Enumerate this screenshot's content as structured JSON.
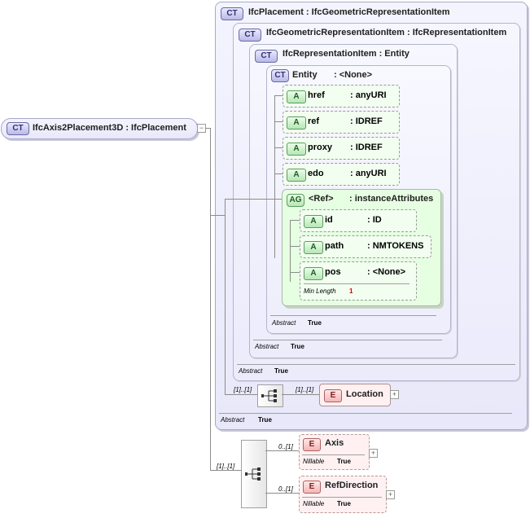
{
  "root": {
    "badge": "CT",
    "title": "IfcAxis2Placement3D : IfcPlacement"
  },
  "ifcplacement": {
    "badge": "CT",
    "title": "IfcPlacement : IfcGeometricRepresentationItem",
    "abstract_label": "Abstract",
    "abstract_value": "True"
  },
  "geomrepitem": {
    "badge": "CT",
    "title": "IfcGeometricRepresentationItem : IfcRepresentationItem",
    "abstract_label": "Abstract",
    "abstract_value": "True"
  },
  "repitem": {
    "badge": "CT",
    "title": "IfcRepresentationItem : Entity",
    "abstract_label": "Abstract",
    "abstract_value": "True"
  },
  "entity": {
    "badge": "CT",
    "name": "Entity",
    "type": ": <None>",
    "abstract_label": "Abstract",
    "abstract_value": "True",
    "attributes": [
      {
        "badge": "A",
        "name": "href",
        "type": ": anyURI"
      },
      {
        "badge": "A",
        "name": "ref",
        "type": ": IDREF"
      },
      {
        "badge": "A",
        "name": "proxy",
        "type": ": IDREF"
      },
      {
        "badge": "A",
        "name": "edo",
        "type": ": anyURI"
      }
    ],
    "attribute_group": {
      "badge": "AG",
      "name": "<Ref>",
      "type": ": instanceAttributes",
      "attributes": [
        {
          "badge": "A",
          "name": "id",
          "type": ": ID"
        },
        {
          "badge": "A",
          "name": "path",
          "type": ": NMTOKENS"
        },
        {
          "badge": "A",
          "name": "pos",
          "type": ": <None>",
          "facet_label": "Min Length",
          "facet_value": "1"
        }
      ]
    }
  },
  "location": {
    "badge": "E",
    "name": "Location",
    "card_left": "[1]..[1]",
    "card_right": "[1]..[1]"
  },
  "root_seq_card": "[1]..[1]",
  "axis": {
    "badge": "E",
    "name": "Axis",
    "card": "0..[1]",
    "nillable_label": "Nillable",
    "nillable_value": "True"
  },
  "refdir": {
    "badge": "E",
    "name": "RefDirection",
    "card": "0..[1]",
    "nillable_label": "Nillable",
    "nillable_value": "True"
  },
  "colors": {
    "ct": "#e8e8fa",
    "attribute": "#f2fff0",
    "element": "#fff1f1",
    "facet_value": "#cc0000"
  }
}
